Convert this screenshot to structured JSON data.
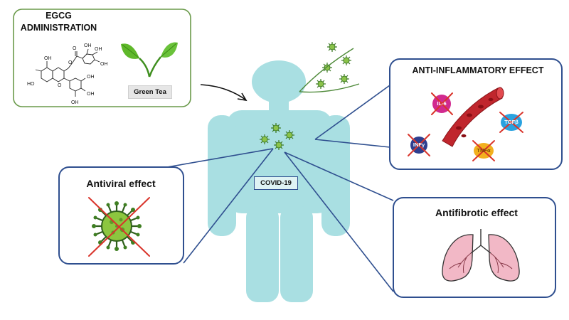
{
  "egcg": {
    "title": "EGCG ADMINISTRATION",
    "molecule_labels": [
      "HO",
      "OH",
      "OH",
      "OH",
      "OH",
      "OH",
      "OH",
      "OH",
      "O",
      "O",
      "O"
    ],
    "tea_label": "Green Tea"
  },
  "body": {
    "label": "COVID-19"
  },
  "effects": {
    "anti_inflammatory": {
      "title": "ANTI-INFLAMMATORY EFFECT",
      "cytokines": [
        "IL-6",
        "TGFβ",
        "INFγ",
        "TNFα"
      ]
    },
    "antiviral": {
      "title": "Antiviral effect"
    },
    "antifibrotic": {
      "title": "Antifibrotic effect"
    }
  },
  "colors": {
    "egcg_border": "#6a9a4a",
    "effect_border": "#2f4f8f",
    "body_fill": "#a9dfe2",
    "virus_green": "#4f9a2f",
    "cross_red": "#d9342b",
    "vessel_red": "#c0262d",
    "lung_pink": "#f2b8c6",
    "il6_magenta": "#d12a8f",
    "tgfb_blue": "#2aa2e0",
    "ifng_navy": "#2e3f8f",
    "tnfa_yellow": "#f2b01e"
  },
  "icons": [
    "egcg-molecule-icon",
    "tea-leaf-icon",
    "virus-icon",
    "blood-vessel-icon",
    "lungs-icon",
    "cross-icon",
    "arrow-icon"
  ]
}
